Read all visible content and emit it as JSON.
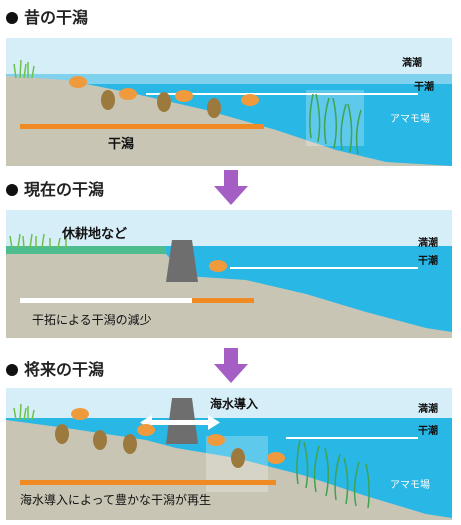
{
  "sections": [
    {
      "title": "昔の干潟",
      "labels": {
        "high_tide": "満潮",
        "low_tide": "干潮",
        "eelgrass": "アマモ場",
        "tidal_flat": "干潟"
      }
    },
    {
      "title": "現在の干潟",
      "labels": {
        "high_tide": "満潮",
        "low_tide": "干潮",
        "farmland": "休耕地など",
        "loss": "干拓による干潟の減少"
      }
    },
    {
      "title": "将来の干潟",
      "labels": {
        "high_tide": "満潮",
        "low_tide": "干潮",
        "seawater": "海水導入",
        "eelgrass": "アマモ場",
        "regen": "海水導入によって豊かな干潟が再生"
      }
    }
  ],
  "colors": {
    "sea": "#29b7e5",
    "sky": "#d6eef8",
    "mud": "#c8c5b5",
    "orange": "#f08a24",
    "arrow": "#a45ec4",
    "crab": "#f09a3e",
    "clam": "#9c7a3e",
    "grass": "#6cc24a",
    "eelgrass": "#3ea352",
    "sluice": "#6e6e6e"
  }
}
